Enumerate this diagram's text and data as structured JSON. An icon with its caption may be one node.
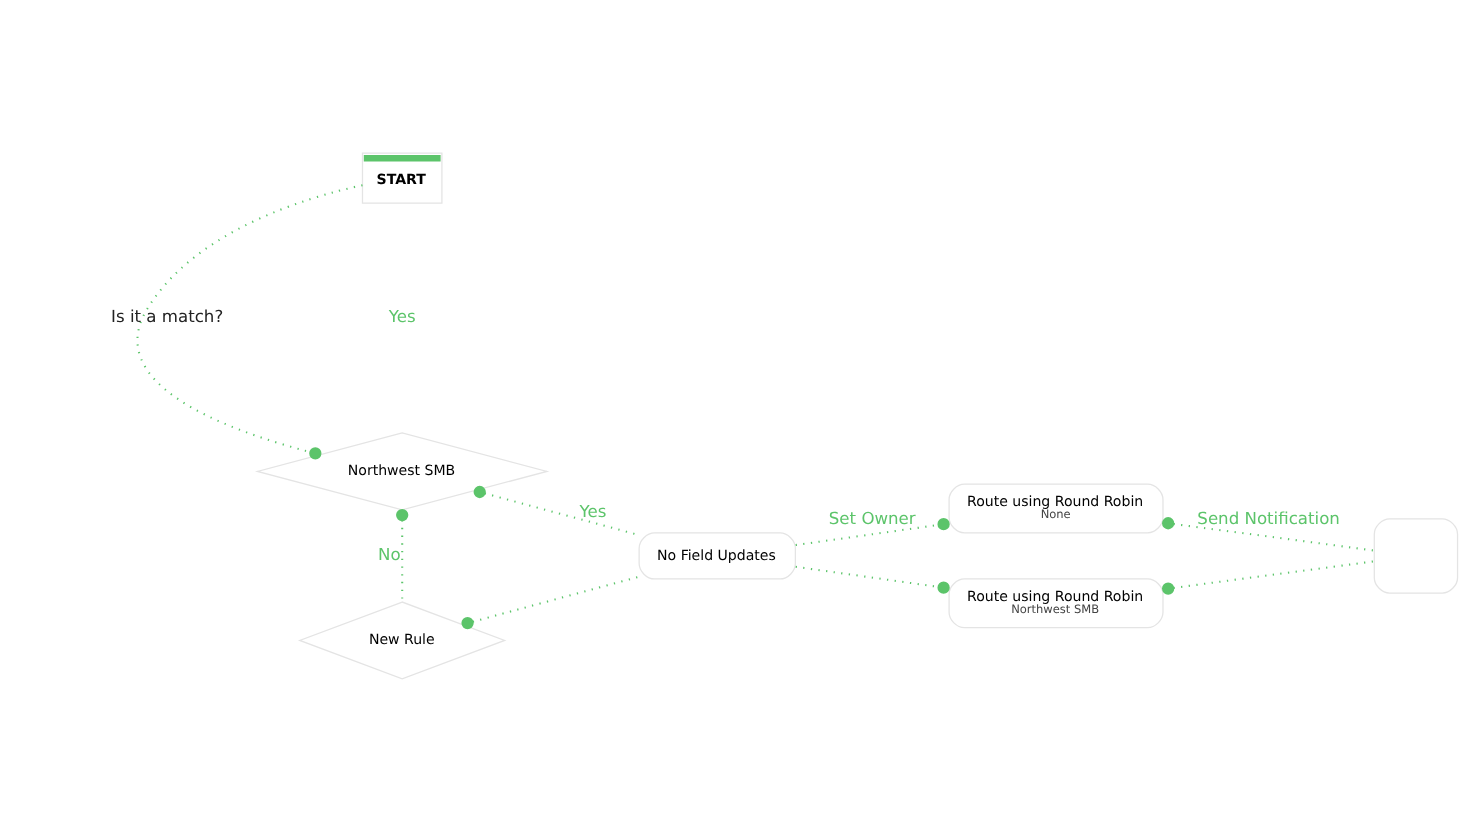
{
  "diagram": {
    "nodes": [
      {
        "text": [
          "START"
        ]
      },
      {
        "text": [
          "Northwest SMB"
        ]
      },
      {
        "text": [
          "New Rule"
        ]
      },
      {
        "text": [
          "No Field Updates"
        ]
      },
      {
        "text": [
          "Route using Round Robin",
          "None"
        ]
      },
      {
        "text": [
          "Route using Round Robin",
          "Northwest SMB"
        ]
      },
      {
        "text": [],
        "shape": "box"
      }
    ],
    "edges": [
      {
        "from": 0,
        "to": 1,
        "arrow": "other",
        "label": "Is it a match?",
        "style": "dashed"
      },
      {
        "from": 1,
        "to": 2,
        "arrow": "other",
        "label": "No",
        "style": "dashed"
      },
      {
        "from": 1,
        "to": 3,
        "arrow": "other",
        "label": "Yes",
        "style": "dashed"
      },
      {
        "from": 2,
        "to": 3,
        "arrow": "other",
        "style": "dashed"
      },
      {
        "from": 3,
        "to": 4,
        "arrow": "other",
        "label": "Set Owner",
        "style": "dashed"
      },
      {
        "from": 3,
        "to": 5,
        "arrow": "other",
        "style": "dashed"
      },
      {
        "from": 4,
        "to": 6,
        "arrow": "other",
        "label": "Send Notification",
        "style": "dashed"
      },
      {
        "from": 5,
        "to": 6,
        "arrow": "other",
        "style": "dashed"
      }
    ],
    "labels": [
      "Yes"
    ]
  }
}
